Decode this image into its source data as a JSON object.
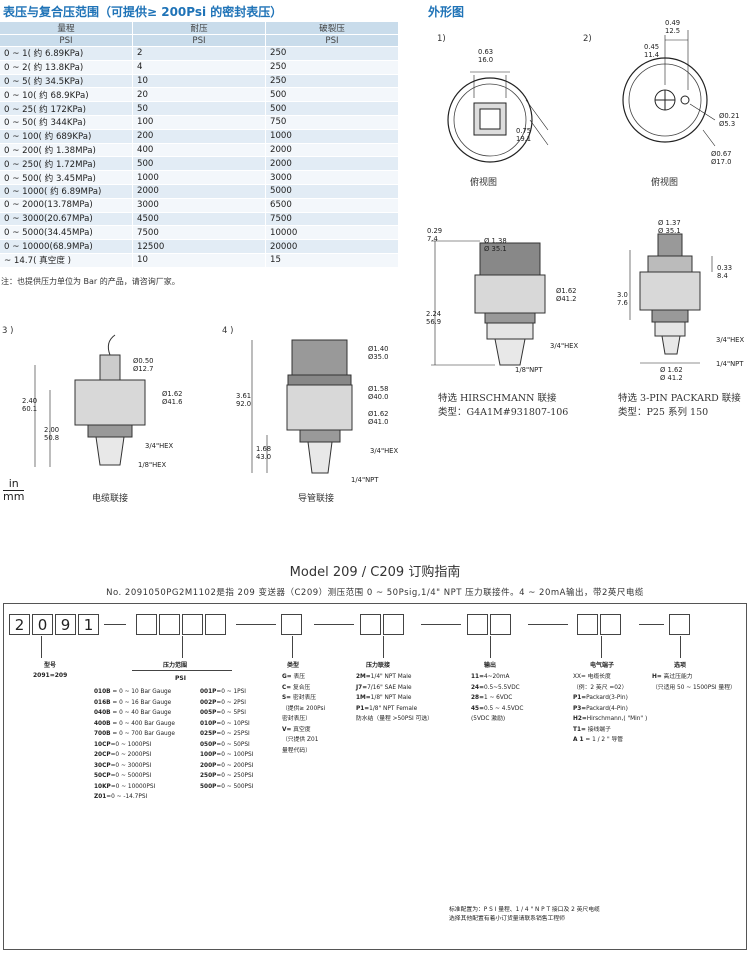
{
  "table_section": {
    "title": "表压与复合压范围（可提供≥ 200Psi 的密封表压）",
    "columns": [
      {
        "name": "量程",
        "unit": "PSI"
      },
      {
        "name": "耐压",
        "unit": "PSI"
      },
      {
        "name": "破裂压",
        "unit": "PSI"
      }
    ],
    "rows": [
      [
        "0 ~ 1( 约 6.89KPa)",
        "2",
        "250"
      ],
      [
        "0 ~ 2( 约 13.8KPa)",
        "4",
        "250"
      ],
      [
        "0 ~ 5( 约 34.5KPa)",
        "10",
        "250"
      ],
      [
        "0 ~ 10( 约 68.9KPa)",
        "20",
        "500"
      ],
      [
        "0 ~ 25( 约 172KPa)",
        "50",
        "500"
      ],
      [
        "0 ~ 50( 约 344KPa)",
        "100",
        "750"
      ],
      [
        "0 ~ 100( 约 689KPa)",
        "200",
        "1000"
      ],
      [
        "0 ~ 200( 约 1.38MPa)",
        "400",
        "2000"
      ],
      [
        "0 ~ 250( 约 1.72MPa)",
        "500",
        "2000"
      ],
      [
        "0 ~ 500( 约 3.45MPa)",
        "1000",
        "3000"
      ],
      [
        "0 ~ 1000( 约 6.89MPa)",
        "2000",
        "5000"
      ],
      [
        "0 ~ 2000(13.78MPa)",
        "3000",
        "6500"
      ],
      [
        "0 ~ 3000(20.67MPa)",
        "4500",
        "7500"
      ],
      [
        "0 ~ 5000(34.45MPa)",
        "7500",
        "10000"
      ],
      [
        "0 ~ 10000(68.9MPa)",
        "12500",
        "20000"
      ],
      [
        "~ 14.7( 真空度 )",
        "10",
        "15"
      ]
    ],
    "note": "注：也提供压力单位为 Bar 的产品，请咨询厂家。"
  },
  "outline": {
    "title": "外形图",
    "fig1": {
      "num": "1)",
      "caption": "俯视图",
      "d1_in": "0.63",
      "d1_mm": "16.0",
      "d2_in": "0.75",
      "d2_mm": "19.1"
    },
    "fig2": {
      "num": "2)",
      "caption": "俯视图",
      "a_in": "0.49",
      "a_mm": "12.5",
      "b_in": "0.45",
      "b_mm": "11.4",
      "c": "Ø0.21",
      "c_mm": "Ø5.3",
      "d": "Ø0.67",
      "d_mm": "Ø17.0"
    },
    "fig_h": {
      "t1": "0.29",
      "t1b": "7.4",
      "t2": "Ø 1.38",
      "t2b": "Ø 35.1",
      "t3": "Ø1.62",
      "t3b": "Ø41.2",
      "t4": "2.24",
      "t4b": "56.9",
      "hex": "3/4\"HEX",
      "npt": "1/8\"NPT",
      "spec1": "特选 HIRSCHMANN 联接",
      "spec2": "类型：G4A1M#931807-106"
    },
    "fig_p": {
      "t1": "Ø 1.37",
      "t1b": "Ø 35.1",
      "t2": "0.33",
      "t2b": "8.4",
      "t3": "3.0",
      "t3b": "7.6",
      "hex": "3/4\"HEX",
      "npt": "1/4\"NPT",
      "t4": "Ø 1.62",
      "t4b": "Ø 41.2",
      "spec1": "特选 3-PIN PACKARD 联接",
      "spec2": "类型：P25 系列 150"
    },
    "fig3": {
      "num": "3 )",
      "caption": "电缆联接",
      "a": "Ø0.50",
      "ab": "Ø12.7",
      "b": "Ø1.62",
      "bb": "Ø41.6",
      "h1": "2.40",
      "h1b": "60.1",
      "h2": "2.00",
      "h2b": "50.8",
      "hex": "3/4\"HEX",
      "npt": "1/8\"HEX"
    },
    "fig4": {
      "num": "4 )",
      "caption": "导管联接",
      "a": "Ø1.40",
      "ab": "Ø35.0",
      "b": "Ø1.58",
      "bb": "Ø40.0",
      "c": "Ø1.62",
      "cb": "Ø41.0",
      "h1": "3.61",
      "h1b": "92.0",
      "h2": "1.68",
      "h2b": "43.0",
      "hex": "3/4\"HEX",
      "npt": "1/4\"NPT"
    },
    "unit_in": "in",
    "unit_mm": "mm"
  },
  "order_guide": {
    "title": "Model 209 / C209 订购指南",
    "example": "No. 2091050PG2M1102是指 209 变送器（C209）测压范围 0 ~ 50Psig,1/4\" NPT 压力联接件。4 ~ 20mA输出，带2英尺电缆",
    "code_digits": [
      "2",
      "0",
      "9",
      "1"
    ],
    "model": {
      "head": "型号",
      "value": "2091=209"
    },
    "range": {
      "head": "压力范围",
      "sub": "PSI",
      "left": [
        [
          "010B",
          " = 0 ~ 10 Bar Gauge"
        ],
        [
          "016B",
          " = 0 ~ 16 Bar Gauge"
        ],
        [
          "040B",
          " = 0 ~ 40 Bar Gauge"
        ],
        [
          "400B",
          " = 0 ~ 400 Bar Gauge"
        ],
        [
          "700B",
          " = 0 ~ 700 Bar Gauge"
        ],
        [
          "10CP",
          "=0 ~ 1000PSI"
        ],
        [
          "20CP",
          "=0 ~ 2000PSI"
        ],
        [
          "30CP",
          "=0 ~ 3000PSI"
        ],
        [
          "50CP",
          "=0 ~ 5000PSI"
        ],
        [
          "10KP",
          "=0 ~ 10000PSI"
        ],
        [
          "Z01",
          "=0 ~ -14.7PSI"
        ]
      ],
      "right": [
        [
          "001P",
          "=0 ~ 1PSI"
        ],
        [
          "002P",
          "=0 ~ 2PSI"
        ],
        [
          "005P",
          "=0 ~ 5PSI"
        ],
        [
          "010P",
          "=0 ~ 10PSI"
        ],
        [
          "025P",
          "=0 ~ 25PSI"
        ],
        [
          "050P",
          "=0 ~ 50PSI"
        ],
        [
          "100P",
          "=0 ~ 100PSI"
        ],
        [
          "200P",
          "=0 ~ 200PSI"
        ],
        [
          "250P",
          "=0 ~ 250PSI"
        ],
        [
          "500P",
          "=0 ~ 500PSI"
        ]
      ]
    },
    "type": {
      "head": "类型",
      "items": [
        [
          "G=",
          " 表压"
        ],
        [
          "C=",
          " 复合压"
        ],
        [
          "S=",
          " 密封表压"
        ],
        [
          "",
          "（提供≥ 200Psi"
        ],
        [
          "",
          "密封表压）"
        ],
        [
          "V=",
          " 真空度"
        ],
        [
          "",
          "（只提供 Z01"
        ],
        [
          "",
          "量程代码）"
        ]
      ]
    },
    "conn": {
      "head": "压力联接",
      "items": [
        [
          "2M=",
          "1/4\" NPT Male"
        ],
        [
          "J7=",
          "7/16\" SAE Male"
        ],
        [
          "1M=",
          "1/8\" NPT Male"
        ],
        [
          "P1=",
          "1/8\" NPT Female"
        ],
        [
          "",
          "防水结（量程 >50PSI 可选）"
        ]
      ]
    },
    "output": {
      "head": "输出",
      "items": [
        [
          "11=",
          "4~20mA"
        ],
        [
          "24=",
          "0.5~5.5VDC"
        ],
        [
          "28=",
          "1 ~ 6VDC"
        ],
        [
          "45=",
          "0.5 ~ 4.5VDC"
        ],
        [
          "",
          "(5VDC 激励)"
        ]
      ]
    },
    "elec": {
      "head": "电气端子",
      "items": [
        [
          "",
          "XX= 电缆长度"
        ],
        [
          "",
          "（例：2 英尺 =02）"
        ],
        [
          "P1=",
          "Packard(3-Pin)"
        ],
        [
          "P3=",
          "Packard(4-Pin)"
        ],
        [
          "H2=",
          "Hirschmann,( \"Min\" )"
        ],
        [
          "T1=",
          " 接线端子"
        ],
        [
          "A 1",
          " = 1 / 2 \" 导管"
        ]
      ]
    },
    "option": {
      "head": "选项",
      "items": [
        [
          "H=",
          " 高过压能力"
        ],
        [
          "",
          "（只适用 50 ~ 1500PSI 量程）"
        ]
      ]
    },
    "footer1": "标准配置为：P S I 量程、1 / 4 \" N P T 接口及 2 英尺电缆",
    "footer2": "选择其他配置有着小订货量请联系销售工程师"
  }
}
